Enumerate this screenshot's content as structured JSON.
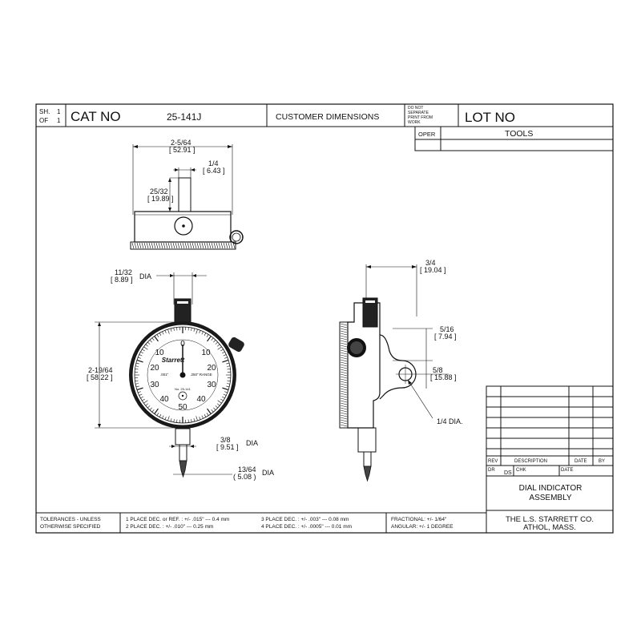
{
  "title_block": {
    "sheet_label": "SH.",
    "sheet_num": "1",
    "of_label": "OF",
    "of_num": "1",
    "cat_no_label": "CAT NO",
    "cat_no_value": "25-141J",
    "customer_dimensions": "CUSTOMER DIMENSIONS",
    "do_not_separate": [
      "DO NOT",
      "SEPARATE",
      "PRINT FROM",
      "WORK"
    ],
    "lot_no_label": "LOT NO",
    "oper_label": "OPER",
    "tools_label": "TOOLS"
  },
  "dimensions": {
    "top_width_frac": "2-5/64",
    "top_width_mm": "[ 52.91 ]",
    "stem_frac": "1/4",
    "stem_mm": "[ 6.43 ]",
    "stem_height_frac": "25/32",
    "stem_height_mm": "[ 19.89 ]",
    "stem_dia_frac": "11/32",
    "stem_dia_mm": "[ 8.89 ]",
    "stem_dia_suffix": "DIA",
    "overall_dia_frac": "2-19/64",
    "overall_dia_mm": "[ 58.22 ]",
    "spindle_frac": "3/8",
    "spindle_mm": "[ 9.51 ]",
    "spindle_suffix": "DIA",
    "contact_frac": "13/64",
    "contact_mm": "( 5.08 )",
    "contact_suffix": "DIA",
    "side_depth_frac": "3/4",
    "side_depth_mm": "[ 19.04 ]",
    "lug_offset_frac": "5/16",
    "lug_offset_mm": "[ 7.94 ]",
    "lug_center_frac": "5/8",
    "lug_center_mm": "[ 15.88 ]",
    "lug_hole_label": "1/4 DIA."
  },
  "dial_face": {
    "numbers_upper": [
      "10",
      "0",
      "10"
    ],
    "numbers_left": [
      "20",
      "30",
      "40"
    ],
    "numbers_right": [
      "20",
      "30",
      "40"
    ],
    "number_bottom": "50",
    "brand": "Starrett",
    "range_label": ".250\" RANGE",
    "grad_label": ".001\"",
    "model_label": "No. 25-141"
  },
  "revision_table": {
    "rev_label": "REV",
    "description_label": "DESCRIPTION",
    "date_label": "DATE",
    "by_label": "BY",
    "dr_label": "DR",
    "dr_value": "DS",
    "chk_label": "CHK",
    "date2_label": "DATE",
    "title_line1": "DIAL INDICATOR",
    "title_line2": "ASSEMBLY",
    "company_line1": "THE L.S. STARRETT CO.",
    "company_line2": "ATHOL, MASS."
  },
  "tolerances": {
    "label_line1": "TOLERANCES - UNLESS",
    "label_line2": "OTHERWISE SPECIFIED",
    "col1_line1": "1 PLACE DEC. or REF. :  +/- .015\" --- 0.4 mm",
    "col1_line2": "2 PLACE DEC. :  +/- .010\" --- 0.25 mm",
    "col2_line1": "3 PLACE DEC. :  +/- .003\" --- 0.08 mm",
    "col2_line2": "4 PLACE DEC. :  +/- .0005\" --- 0.01 mm",
    "col3_line1": "FRACTIONAL: +/- 1/64\"",
    "col3_line2": "ANGULAR:  +/- 1 DEGREE"
  }
}
